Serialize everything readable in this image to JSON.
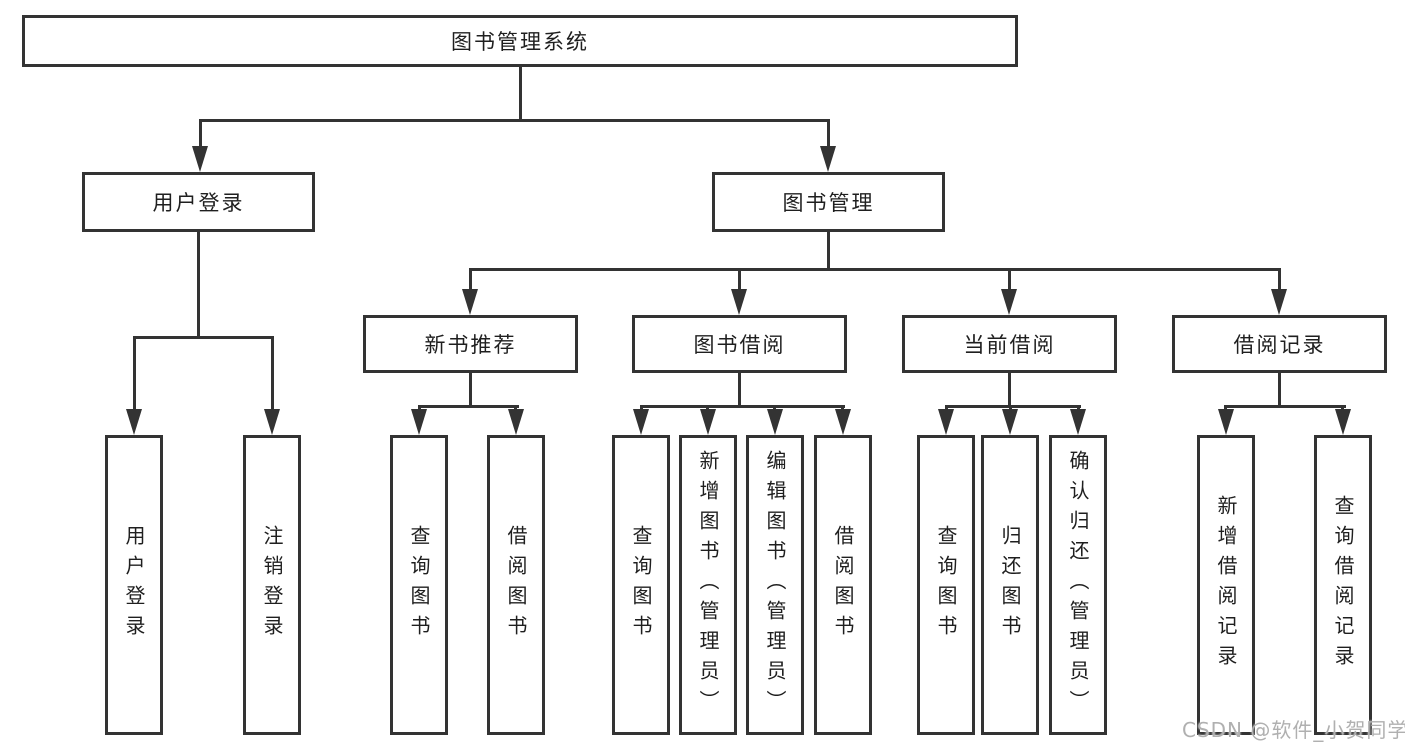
{
  "diagram_title": "图书管理系统",
  "nodes": {
    "root": "图书管理系统",
    "user_login": "用户登录",
    "book_mgmt": "图书管理",
    "new_book_rec": "新书推荐",
    "book_borrow": "图书借阅",
    "current_borrow": "当前借阅",
    "borrow_record": "借阅记录"
  },
  "groups": {
    "g1": [
      "用户登录",
      "注销登录"
    ],
    "g2": [
      "查询图书",
      "借阅图书"
    ],
    "g3": [
      "查询图书",
      "新增图书（管理员）",
      "编辑图书（管理员）",
      "借阅图书"
    ],
    "g4": [
      "查询图书",
      "归还图书",
      "确认归还（管理员）"
    ],
    "g5": [
      "新增借阅记录",
      "查询借阅记录"
    ]
  },
  "watermark": {
    "text": "CSDN @软件_小贺同学"
  },
  "colors": {
    "line": "#333333",
    "text": "#1f1f1f",
    "box_background": "#ffffff",
    "page_background": "#ffffff",
    "watermark": "#b0b0b0"
  }
}
